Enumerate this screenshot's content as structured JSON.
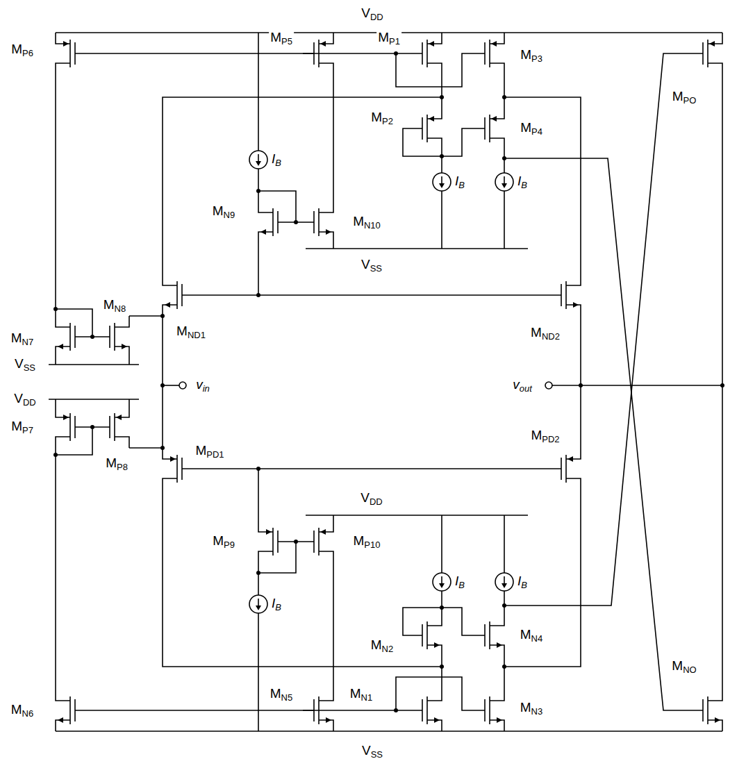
{
  "diagram": {
    "labels": [
      "VDD",
      "MP6",
      "MP5",
      "MP1",
      "MP3",
      "MPO",
      "IB",
      "MP2",
      "MP4",
      "IB",
      "IB",
      "MN9",
      "MN10",
      "VSS",
      "MND1",
      "MND2",
      "MN7",
      "MN8",
      "VSS",
      "VDD",
      "vin",
      "vout",
      "MP7",
      "MP8",
      "MPD1",
      "MPD2",
      "VDD",
      "MP9",
      "MP10",
      "IB",
      "IB",
      "MN2",
      "MN4",
      "IB",
      "MNO",
      "MN6",
      "MN5",
      "MN1",
      "MN3",
      "VSS"
    ]
  }
}
